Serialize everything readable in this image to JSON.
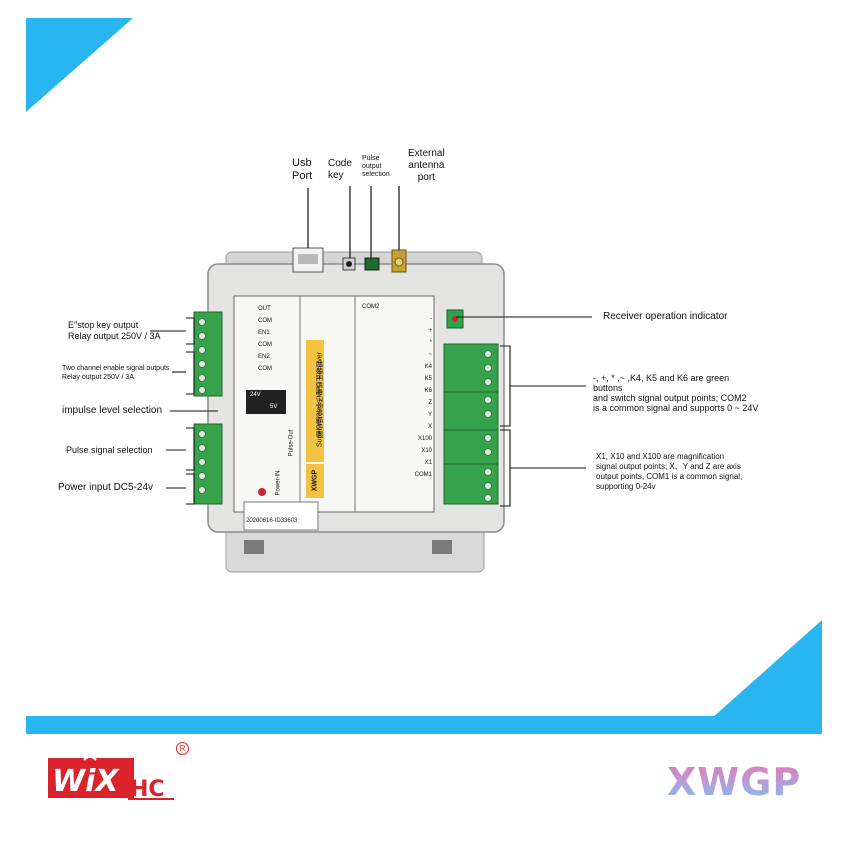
{
  "top_labels": {
    "usb": [
      "Usb",
      "Port"
    ],
    "code": [
      "Code",
      "key"
    ],
    "pulse_sel": [
      "Pulse",
      "output",
      "selection"
    ],
    "antenna": [
      "External",
      "antenna",
      "port"
    ]
  },
  "left_labels": {
    "estop": [
      "E″stop key output",
      "Relay output 250V / 3A"
    ],
    "enable": [
      "Two channel enable signal outputs",
      "Relay output 250V / 3A"
    ],
    "impulse": "impulse level selection",
    "pulse_signal": "Pulse signal selection",
    "power": "Power input DC5-24v"
  },
  "right_labels": {
    "receiver": "Receiver operation indicator",
    "buttons": [
      "-, +, * ,~ ,K4, K5 and K6 are green",
      "buttons",
      "and switch signal output points; COM2",
      "is a common signal and supports 0 ~ 24V"
    ],
    "magnification": [
      "X1, X10 and X100 are magnification",
      "signal output points; X、Y and Z are axis",
      "output points, COM1 is a common signal,",
      "supporting 0-24v"
    ]
  },
  "device": {
    "panel_title": "Super Wireless MPG Receiver",
    "panel_cn": "超级无线电子手轮接收器",
    "model": "XWGP",
    "serial": "20200616-ID33603",
    "left_terms": [
      "OUT",
      "COM",
      "EN1",
      "COM",
      "EN2",
      "COM"
    ],
    "mid_terms": [
      "24V",
      "5V",
      "Pulse-Out",
      "Power-IN"
    ],
    "right_terms": [
      "COM2",
      "-",
      "+",
      "*",
      "~",
      "K4",
      "K5",
      "K6",
      "Z",
      "Y",
      "X",
      "X100",
      "X10",
      "X1",
      "COM1"
    ]
  },
  "brand": {
    "logo_text": "WiXHC",
    "registered": "R",
    "product_logo": "XWGP"
  },
  "colors": {
    "accent_blue": "#29b6f0",
    "logo_red": "#d9222a",
    "terminal_green": "#2fa34a",
    "xwgp_gradient": [
      "#e879b0",
      "#7ec3ec"
    ]
  }
}
